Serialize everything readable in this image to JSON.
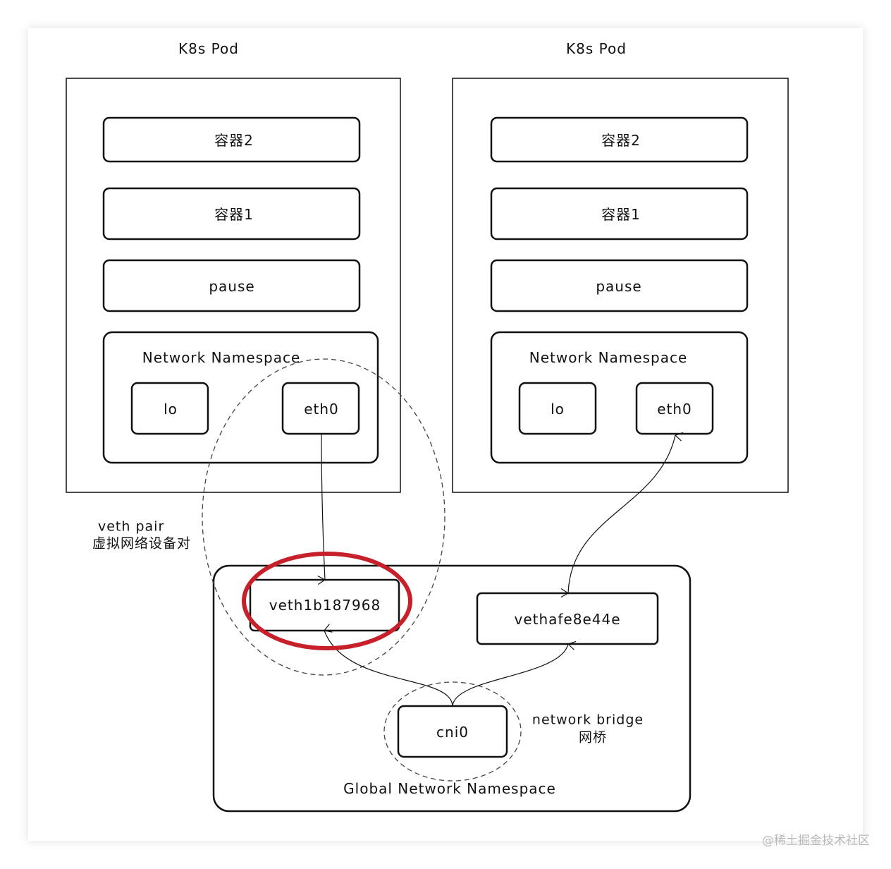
{
  "pods": [
    {
      "title": "K8s Pod",
      "containers": [
        "容器2",
        "容器1",
        "pause"
      ],
      "namespace": {
        "title": "Network Namespace",
        "lo": "lo",
        "eth0": "eth0"
      }
    },
    {
      "title": "K8s Pod",
      "containers": [
        "容器2",
        "容器1",
        "pause"
      ],
      "namespace": {
        "title": "Network Namespace",
        "lo": "lo",
        "eth0": "eth0"
      }
    }
  ],
  "veth_pair": {
    "line1": "veth pair",
    "line2": "虚拟网络设备对"
  },
  "global": {
    "title": "Global Network Namespace",
    "veth_left": "veth1b187968",
    "veth_right": "vethafe8e44e",
    "bridge": "cni0"
  },
  "bridge_label": {
    "line1": "network bridge",
    "line2": "网桥"
  },
  "watermark": "@稀土掘金技术社区",
  "colors": {
    "highlight": "#c8202a",
    "stroke": "#111111",
    "dashed": "#444444"
  }
}
